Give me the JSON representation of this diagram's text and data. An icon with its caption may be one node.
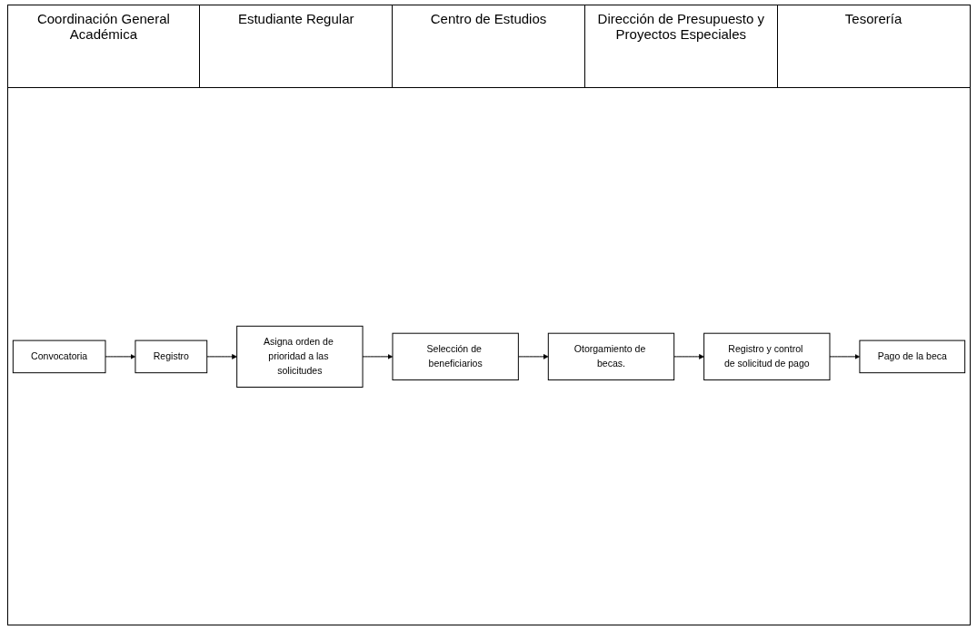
{
  "diagram": {
    "nodes": [
      {
        "text": [
          "Convocatoria"
        ]
      },
      {
        "text": [
          "Registro"
        ]
      },
      {
        "text": [
          "Asigna orden de prioridad a las solicitudes"
        ]
      },
      {
        "text": [
          "Registro y control de solicitud de pago"
        ]
      },
      {
        "text": [
          "Selección de beneficiarios"
        ]
      },
      {
        "text": [
          "Pago de la beca"
        ]
      },
      {
        "text": [
          "Otorgamiento de becas."
        ]
      }
    ],
    "edges": [
      {
        "from": 0,
        "to": 1,
        "arrow": "to"
      },
      {
        "from": 1,
        "to": 2,
        "arrow": "to"
      },
      {
        "from": 2,
        "to": 4,
        "arrow": "to"
      },
      {
        "from": 4,
        "to": 6,
        "arrow": "to"
      },
      {
        "from": 6,
        "to": 3,
        "arrow": "to"
      },
      {
        "from": 3,
        "to": 5,
        "arrow": "to"
      }
    ],
    "labels": [
      "Coordinación General Académica",
      "Estudiante Regular",
      "Centro de Estudios",
      "Dirección de Presupuesto y Proyectos Especiales",
      "Tesorería"
    ]
  }
}
